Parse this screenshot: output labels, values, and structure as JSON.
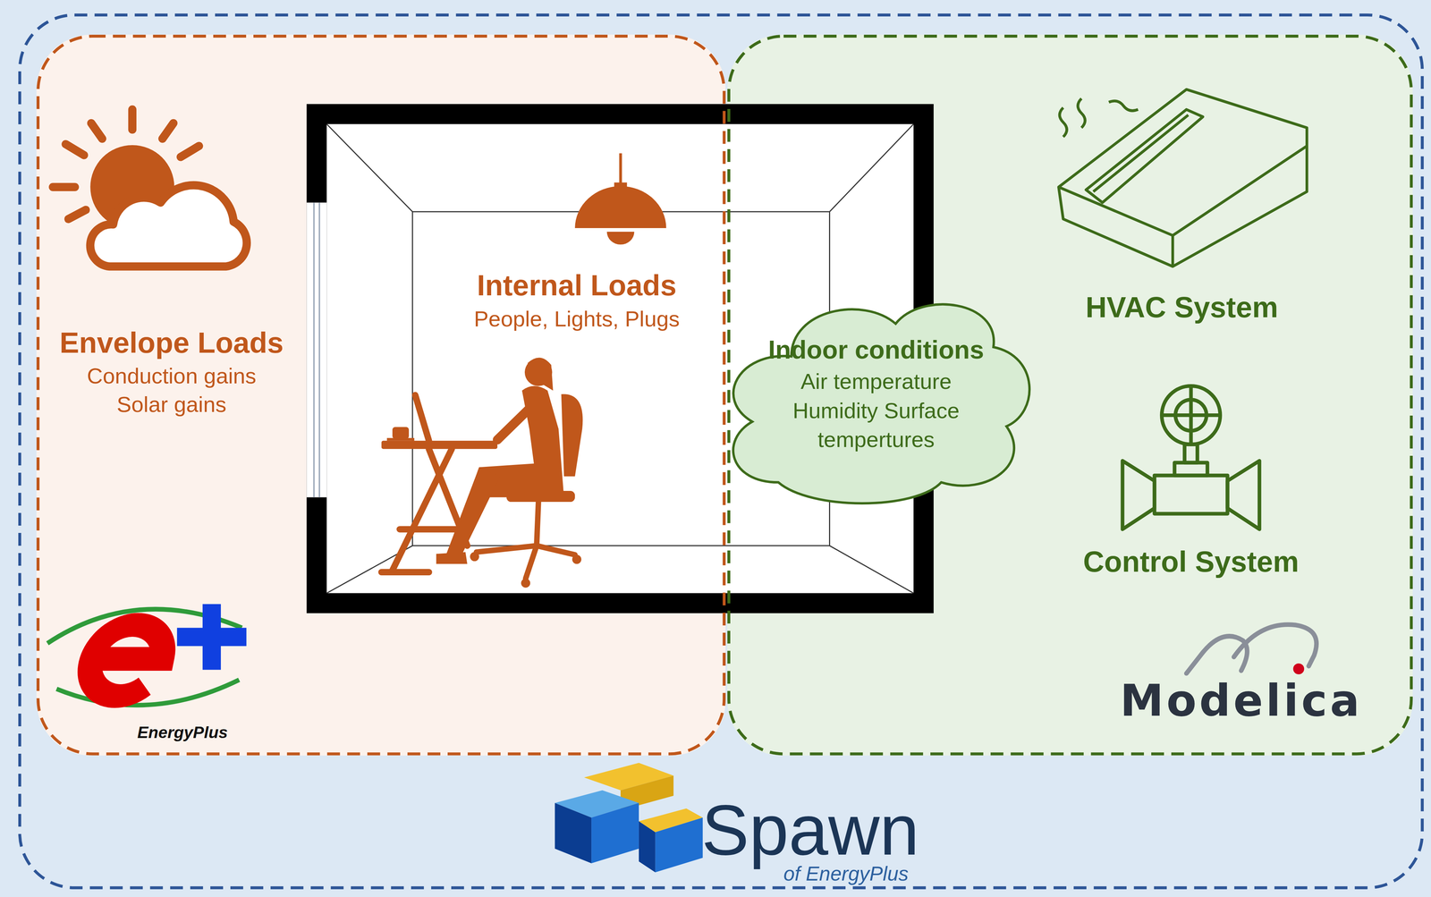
{
  "diagram": {
    "nodes": [
      {
        "text": [
          "Spawn",
          "of EnergyPlus"
        ]
      },
      {
        "text": [
          "Envelope Loads",
          "Conduction gains Solar gains",
          "Internal Loads",
          "People, Lights, Plugs",
          "EnergyPlus"
        ],
        "in": 0
      },
      {
        "text": [
          "HVAC System",
          "Control System",
          "Modelica"
        ],
        "in": 0
      },
      {
        "text": [
          "Indoor conditions",
          "Air temperature Humidity Surface tempertures"
        ],
        "in": 2
      }
    ]
  }
}
